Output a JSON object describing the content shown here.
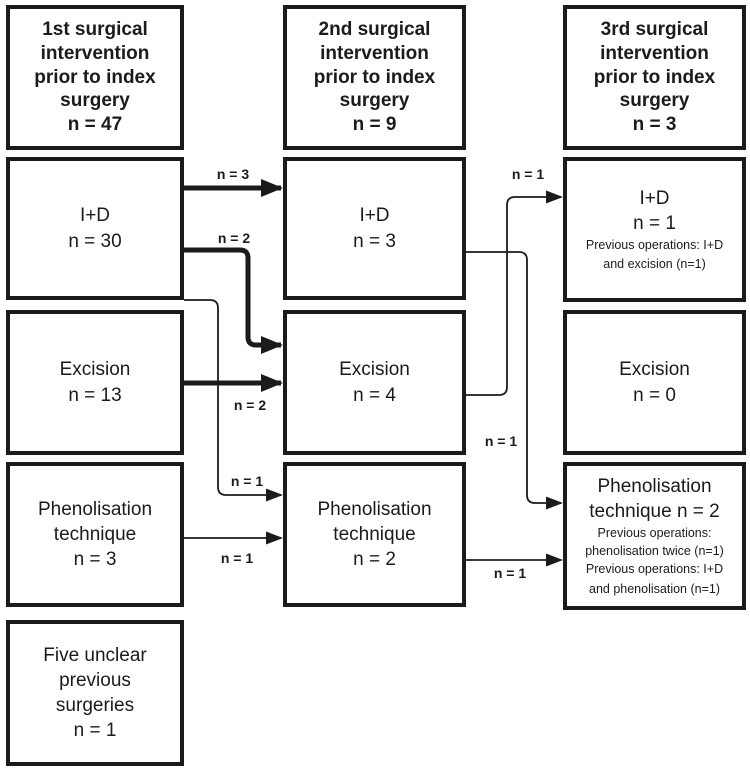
{
  "colors": {
    "ink": "#1b1b1b",
    "background": "#ffffff"
  },
  "headers": [
    {
      "title": "1st surgical intervention prior to index surgery",
      "n": "n = 47"
    },
    {
      "title": "2nd surgical intervention prior to index surgery",
      "n": "n = 9"
    },
    {
      "title": "3rd surgical intervention prior to index surgery",
      "n": "n = 3"
    }
  ],
  "col1": [
    {
      "label": "I+D",
      "n": "n = 30"
    },
    {
      "label": "Excision",
      "n": "n = 13"
    },
    {
      "label": "Phenolisation technique",
      "n": "n = 3"
    },
    {
      "label": "Five unclear previous surgeries",
      "n": "n = 1"
    }
  ],
  "col2": [
    {
      "label": "I+D",
      "n": "n = 3"
    },
    {
      "label": "Excision",
      "n": "n = 4"
    },
    {
      "label": "Phenolisation technique",
      "n": "n = 2"
    }
  ],
  "col3": [
    {
      "label": "I+D",
      "n": "n = 1",
      "notes": [
        "Previous operations: I+D",
        "and excision (n=1)"
      ]
    },
    {
      "label": "Excision",
      "n": "n = 0"
    },
    {
      "label": "Phenolisation technique n = 2",
      "notes": [
        "Previous operations:",
        "phenolisation twice (n=1)",
        "Previous operations: I+D",
        "and phenolisation (n=1)"
      ]
    }
  ],
  "flows": [
    {
      "from": "I+D (1st)",
      "to": "I+D (2nd)",
      "label": "n = 3",
      "weight": "thick"
    },
    {
      "from": "I+D (1st)",
      "to": "Excision (2nd)",
      "label": "n = 2",
      "weight": "thick"
    },
    {
      "from": "I+D (1st)",
      "to": "Phenolisation technique (2nd)",
      "label": "n = 1",
      "weight": "thin"
    },
    {
      "from": "Excision (1st)",
      "to": "Excision (2nd)",
      "label": "n = 2",
      "weight": "thick"
    },
    {
      "from": "Phenolisation technique (1st)",
      "to": "Phenolisation technique (2nd)",
      "label": "n = 1",
      "weight": "thin"
    },
    {
      "from": "Excision (2nd)",
      "to": "I+D (3rd)",
      "label": "n = 1",
      "weight": "thin"
    },
    {
      "from": "I+D (2nd)",
      "to": "Phenolisation technique (3rd)",
      "label": "n = 1",
      "weight": "thin"
    },
    {
      "from": "Phenolisation technique (2nd)",
      "to": "Phenolisation technique (3rd)",
      "label": "n = 1",
      "weight": "thin"
    }
  ]
}
